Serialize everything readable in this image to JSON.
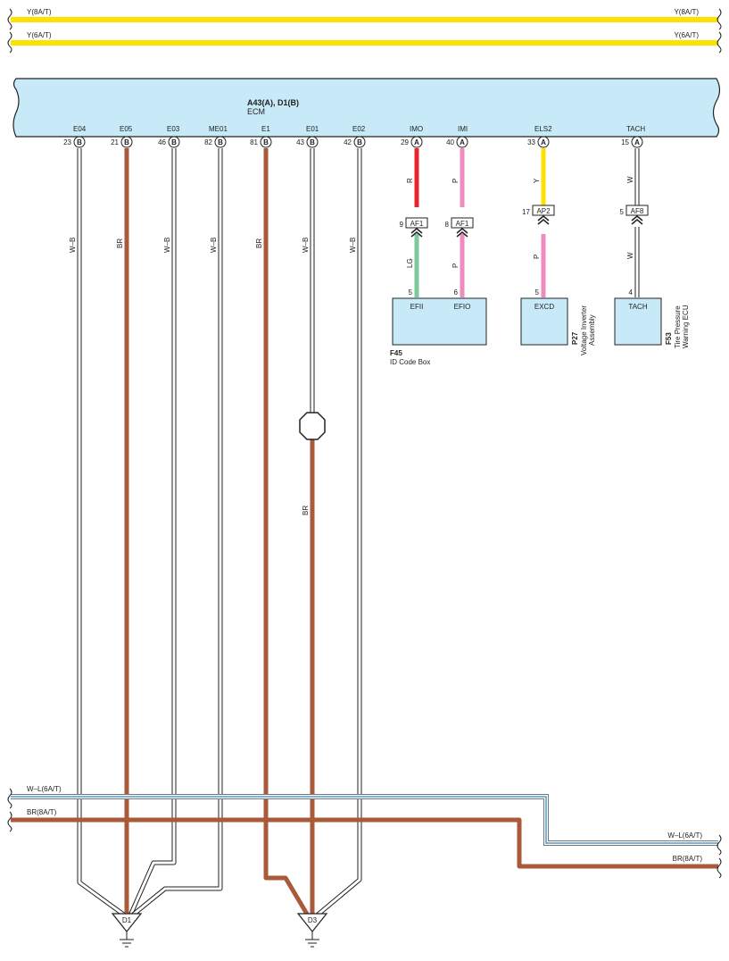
{
  "colors": {
    "yellow": "#FFE100",
    "brown": "#A85A3A",
    "red": "#E8242C",
    "pink": "#EE8CBF",
    "green": "#7CC99B",
    "blue": "#4A9BD6",
    "box_fill": "#C8EAF8",
    "outline": "#222222"
  },
  "top_wires": {
    "line1": {
      "left": "Y(8A/T)",
      "right": "Y(8A/T)"
    },
    "line2": {
      "left": "Y(6A/T)",
      "right": "Y(6A/T)"
    }
  },
  "ecm": {
    "title": "A43(A), D1(B)",
    "subtitle": "ECM",
    "pins": [
      {
        "name": "E04",
        "pin": "23",
        "conn": "B",
        "wire": "W–B"
      },
      {
        "name": "E05",
        "pin": "21",
        "conn": "B",
        "wire": "BR"
      },
      {
        "name": "E03",
        "pin": "46",
        "conn": "B",
        "wire": "W–B"
      },
      {
        "name": "ME01",
        "pin": "82",
        "conn": "B",
        "wire": "W–B"
      },
      {
        "name": "E1",
        "pin": "81",
        "conn": "B",
        "wire": "BR"
      },
      {
        "name": "E01",
        "pin": "43",
        "conn": "B",
        "wire": "W–B"
      },
      {
        "name": "E02",
        "pin": "42",
        "conn": "B",
        "wire": "W–B"
      },
      {
        "name": "IMO",
        "pin": "29",
        "conn": "A",
        "wire": "R"
      },
      {
        "name": "IMI",
        "pin": "40",
        "conn": "A",
        "wire": "P"
      },
      {
        "name": "ELS2",
        "pin": "33",
        "conn": "A",
        "wire": "Y"
      },
      {
        "name": "TACH",
        "pin": "15",
        "conn": "A",
        "wire": "W"
      }
    ]
  },
  "junctions": [
    {
      "pin": "9",
      "label": "AF1"
    },
    {
      "pin": "8",
      "label": "AF1"
    },
    {
      "pin": "17",
      "label": "AP2"
    },
    {
      "pin": "5",
      "label": "AF8"
    }
  ],
  "lower_wires": [
    "LG",
    "P",
    "P",
    "W"
  ],
  "components": [
    {
      "code": "F45",
      "name": "ID Code Box",
      "pins": [
        {
          "num": "5",
          "label": "EFII"
        },
        {
          "num": "6",
          "label": "EFIO"
        }
      ]
    },
    {
      "code": "P27",
      "name": "Voltage Inverter Assembly",
      "line1": "Voltage Inverter",
      "line2": "Assembly",
      "pins": [
        {
          "num": "5",
          "label": "EXCD"
        }
      ]
    },
    {
      "code": "F53",
      "name": "Tire Pressure Warning ECU",
      "line1": "Tire Pressure",
      "line2": "Warning ECU",
      "pins": [
        {
          "num": "4",
          "label": "TACH"
        }
      ]
    }
  ],
  "splice_wire": "BR",
  "bottom_wires": {
    "wl_left": "W–L(6A/T)",
    "br_left": "BR(8A/T)",
    "wl_right": "W–L(6A/T)",
    "br_right": "BR(8A/T)"
  },
  "grounds": [
    "D1",
    "D3"
  ]
}
